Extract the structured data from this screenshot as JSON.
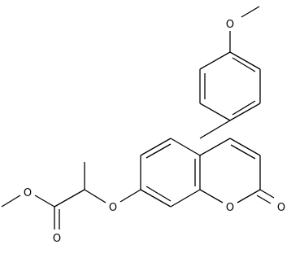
{
  "structure": {
    "atom_labels": {
      "methoxy_oxygen": "O",
      "ester_ether_oxygen": "O",
      "ester_carbonyl_oxygen": "O",
      "aryl_ether_oxygen": "O",
      "ring_oxygen": "O",
      "lactone_carbonyl_oxygen": "O"
    },
    "colors": {
      "bond": "#000000",
      "label": "#000000",
      "background": "#ffffff"
    }
  }
}
